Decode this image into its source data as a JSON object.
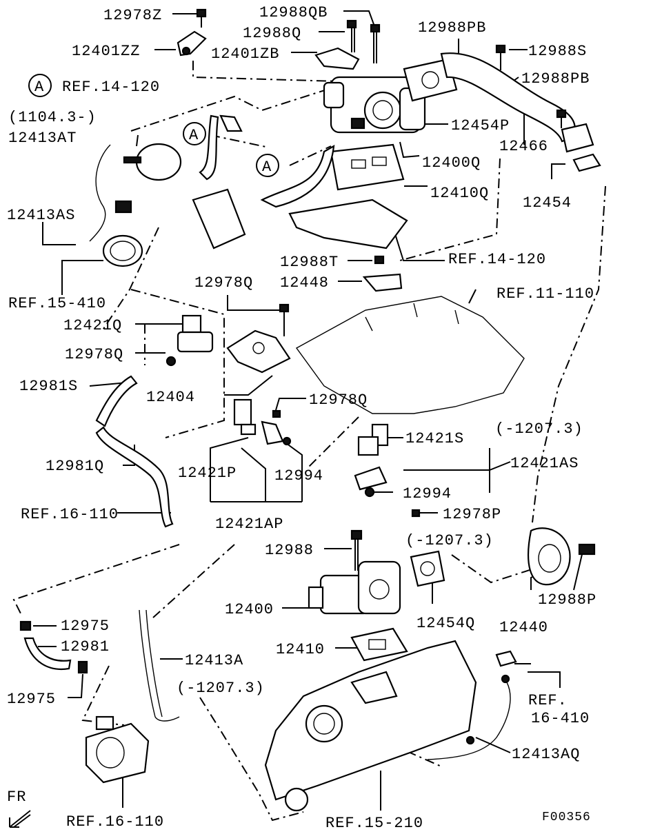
{
  "labels": {
    "p12978Z": "12978Z",
    "p12988QB": "12988QB",
    "p12988Q": "12988Q",
    "p12401ZZ": "12401ZZ",
    "p12401ZB": "12401ZB",
    "p12988PB_top": "12988PB",
    "p12988S": "12988S",
    "p12988PB_right": "12988PB",
    "refA_14_120": "REF.14-120",
    "circleA": "A",
    "note_1104_3": "(1104.3-)",
    "p12413AT": "12413AT",
    "p12454P": "12454P",
    "p12466": "12466",
    "p12400Q": "12400Q",
    "p12410Q": "12410Q",
    "p12454": "12454",
    "p12413AS": "12413AS",
    "ref_15_410": "REF.15-410",
    "p12988T": "12988T",
    "ref_14_120": "REF.14-120",
    "p12448": "12448",
    "p12978Q_a": "12978Q",
    "ref_11_110": "REF.11-110",
    "p12421Q": "12421Q",
    "p12978Q_b": "12978Q",
    "p12981S": "12981S",
    "p12404": "12404",
    "p12978Q_c": "12978Q",
    "note_1207_3_a": "(-1207.3)",
    "p12421S": "12421S",
    "p12421AS": "12421AS",
    "p12981Q": "12981Q",
    "p12421P": "12421P",
    "p12994_a": "12994",
    "p12994_b": "12994",
    "ref_16_110_a": "REF.16-110",
    "p12421AP": "12421AP",
    "p12978P": "12978P",
    "note_1207_3_b": "(-1207.3)",
    "p12988": "12988",
    "p12400": "12400",
    "p12454Q": "12454Q",
    "p12988P": "12988P",
    "p12440": "12440",
    "p12975_a": "12975",
    "p12981": "12981",
    "p12975_b": "12975",
    "p12410": "12410",
    "p12413A": "12413A",
    "note_1207_3_c": "(-1207.3)",
    "ref_16_line1": "REF.",
    "ref_16_line2": "16-410",
    "p12413AQ": "12413AQ",
    "fr": "FR",
    "ref_16_110_b": "REF.16-110",
    "ref_15_210": "REF.15-210",
    "figure_code": "F00356"
  }
}
